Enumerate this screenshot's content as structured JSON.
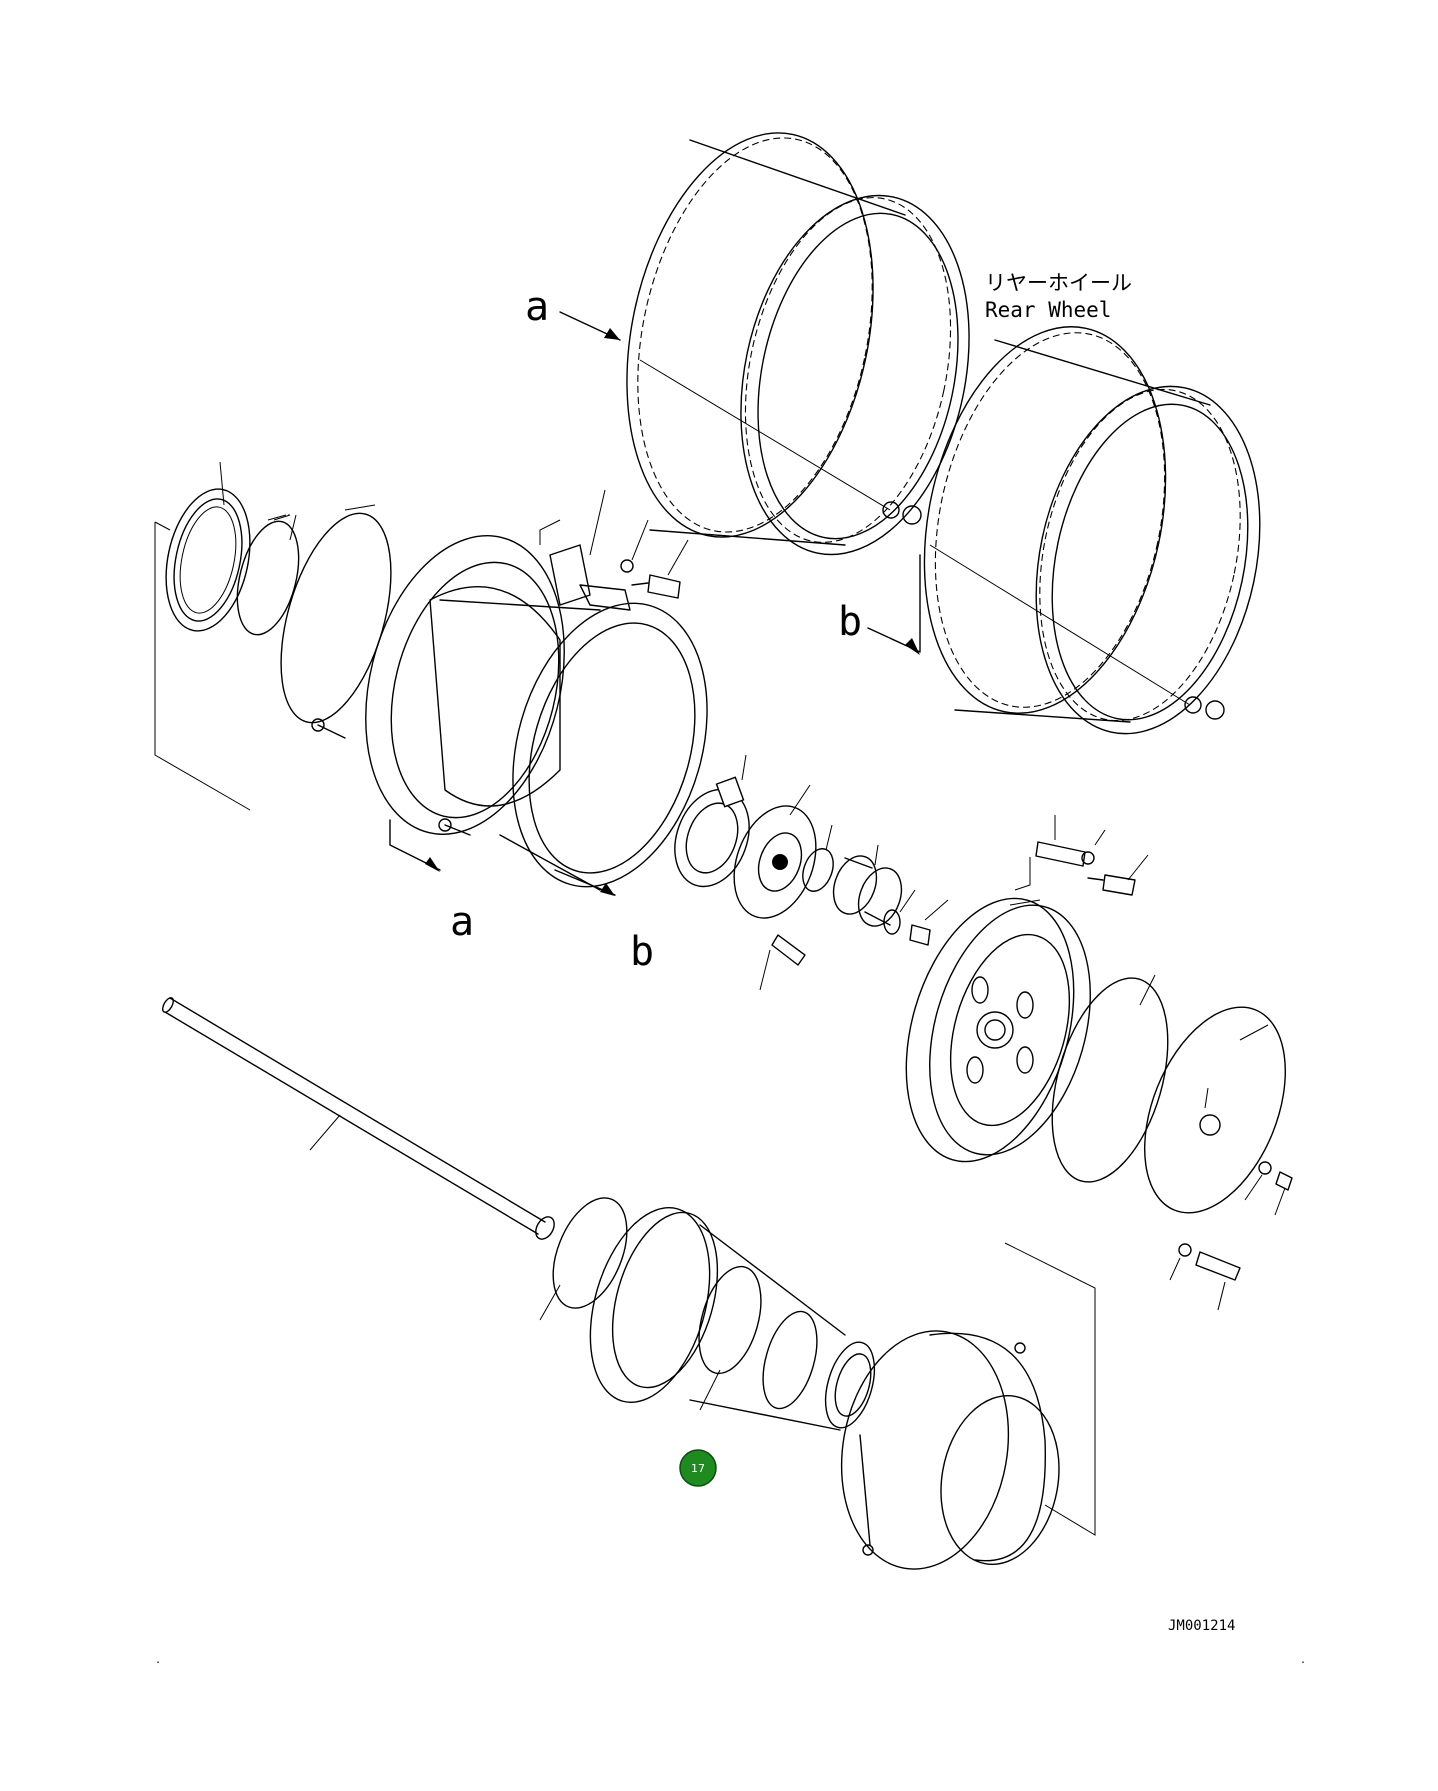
{
  "labels": {
    "rear_wheel_jp": "リヤーホイール",
    "rear_wheel_en": "Rear Wheel",
    "ref_a_top": "a",
    "ref_b_top": "b",
    "ref_a_bottom": "a",
    "ref_b_bottom": "b",
    "drawing_id": "JM001214"
  },
  "marker": {
    "number": "17",
    "color": "#1f8a1f"
  }
}
